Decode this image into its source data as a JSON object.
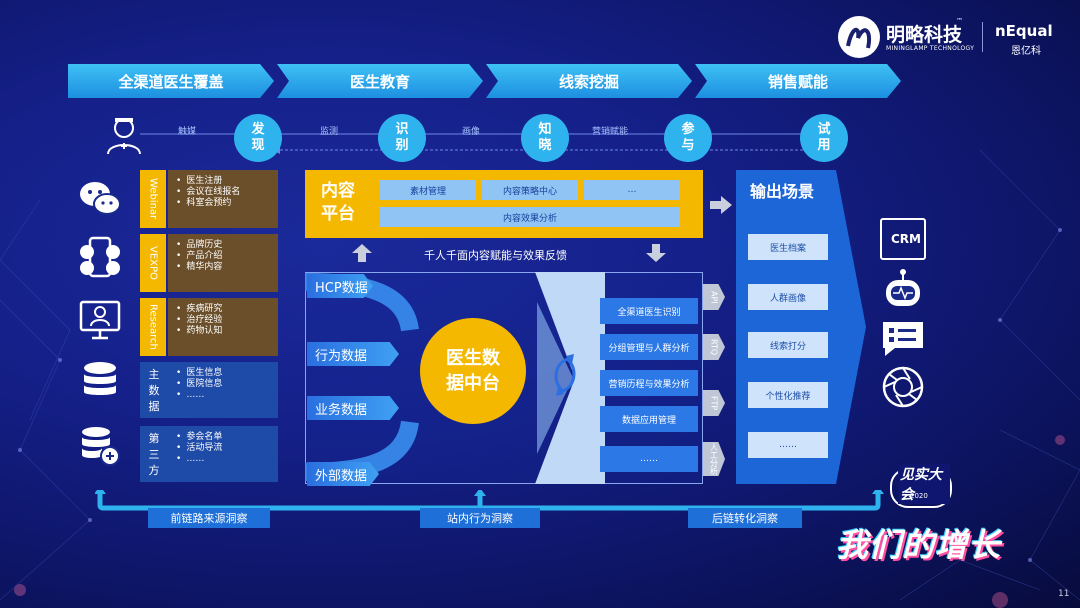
{
  "header": {
    "brand_cn": "明略科技",
    "brand_sub": "MININGLAMP TECHNOLOGY",
    "brand_tm": "™",
    "partner": "nEqual",
    "partner_cn": "恩亿科"
  },
  "banners": [
    "全渠道医生覆盖",
    "医生教育",
    "线索挖掘",
    "销售赋能"
  ],
  "stages": [
    "发现",
    "识别",
    "知晓",
    "参与",
    "试用"
  ],
  "flow_labels": [
    "触媒",
    "监测",
    "画像",
    "营销赋能"
  ],
  "sources": [
    {
      "tag": "Webinar",
      "items": [
        "医生注册",
        "会议在线报名",
        "科室会预约"
      ]
    },
    {
      "tag": "VEXPO",
      "items": [
        "品牌历史",
        "产品介绍",
        "精华内容"
      ]
    },
    {
      "tag": "Research",
      "items": [
        "疾病研究",
        "治疗经验",
        "药物认知"
      ]
    },
    {
      "tag": "主数据",
      "items": [
        "医生信息",
        "医院信息",
        "……"
      ]
    },
    {
      "tag": "第三方",
      "items": [
        "参会名单",
        "活动导流",
        "……"
      ]
    }
  ],
  "content_platform": {
    "title": "内容平台",
    "pills": [
      "素材管理",
      "内容策略中心",
      "…",
      "内容效果分析"
    ]
  },
  "feedback_label": "千人千面内容赋能与效果反馈",
  "data_inputs": [
    "HCP数据",
    "行为数据",
    "业务数据",
    "外部数据"
  ],
  "hub": "医生数据中台",
  "analysis": [
    "全渠道医生识别",
    "分组管理与人群分析",
    "营销历程与效果分析",
    "数据应用管理",
    "……"
  ],
  "side_tags": [
    "API",
    "RTQ",
    "FTP",
    "人工分析"
  ],
  "output": {
    "title": "输出场景",
    "items": [
      "医生档案",
      "人群画像",
      "线索打分",
      "个性化推荐",
      "……"
    ]
  },
  "right_icons": [
    "crm-icon",
    "robot-icon",
    "chat-icon",
    "aperture-icon"
  ],
  "crm_label": "CRM",
  "bottom_labels": [
    "前链路来源洞察",
    "站内行为洞察",
    "后链转化洞察"
  ],
  "event": {
    "name": "见实大会",
    "year": "2020",
    "slogan": "我们的增长"
  },
  "page_number": "11",
  "colors": {
    "accent": "#f5b800",
    "blue": "#2fb3ee",
    "bg": "#15208a"
  }
}
